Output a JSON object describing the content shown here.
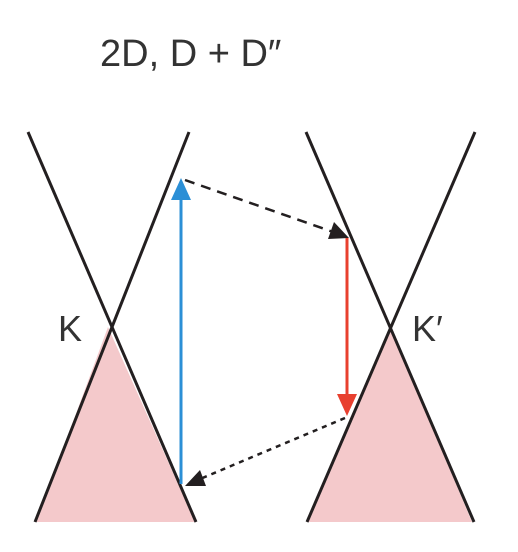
{
  "title": "2D, D + D″",
  "labels": {
    "k": "K",
    "k_prime": "K′"
  },
  "colors": {
    "background": "#ffffff",
    "cone_line": "#231f20",
    "cone_fill": "#f4c9cb",
    "absorption_arrow": "#2b8fd6",
    "emission_arrow": "#e8402f",
    "scattering_arrow": "#231f20",
    "text": "#333333"
  },
  "arrows": [
    {
      "name": "absorption",
      "color": "blue",
      "style": "solid"
    },
    {
      "name": "scattering-k-to-kprime",
      "color": "black",
      "style": "dashed"
    },
    {
      "name": "emission",
      "color": "red",
      "style": "solid"
    },
    {
      "name": "scattering-kprime-to-k",
      "color": "black",
      "style": "dotted"
    }
  ]
}
